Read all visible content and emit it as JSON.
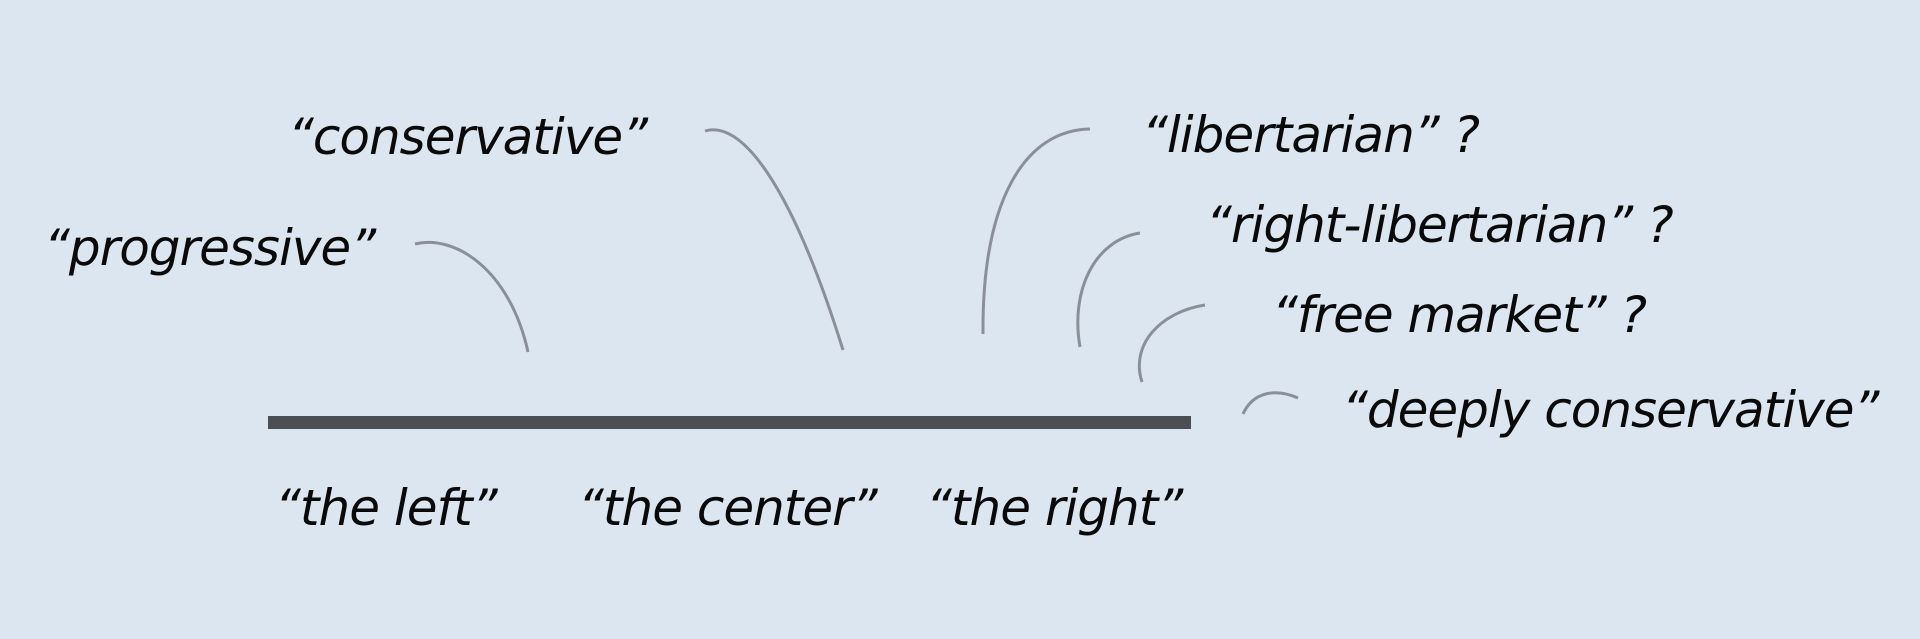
{
  "spectrum": {
    "left_label": "“the left”",
    "center_label": "“the center”",
    "right_label": "“the right”"
  },
  "terms": {
    "progressive": "“progressive”",
    "conservative": "“conservative”",
    "libertarian": "“libertarian” ?",
    "right_libertarian": "“right-libertarian” ?",
    "free_market": "“free market” ?",
    "deeply_conservative": "“deeply conservative”"
  },
  "colors": {
    "background": "#dce6f0",
    "axis": "#4b4f54",
    "connector": "#8a9099",
    "text": "#0a0a0a"
  }
}
